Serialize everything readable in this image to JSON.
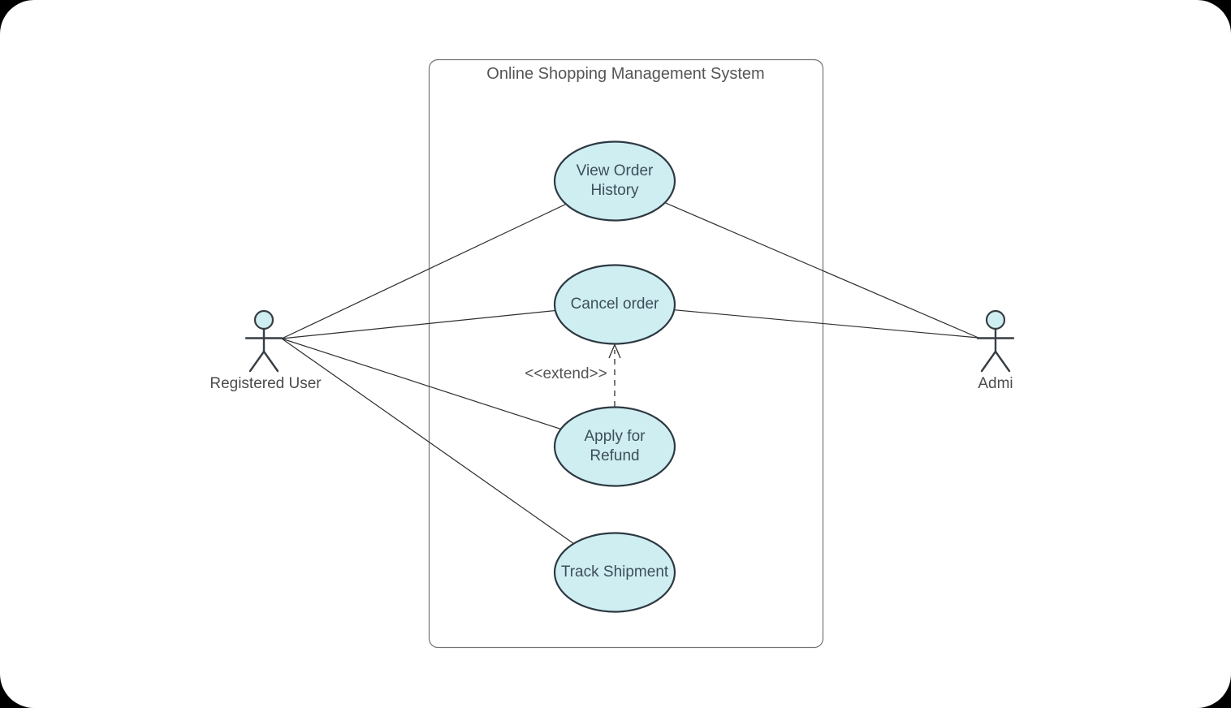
{
  "diagram": {
    "type": "uml-use-case",
    "system": {
      "title": "Online Shopping Management System"
    },
    "actors": [
      {
        "name": "Registered User"
      },
      {
        "name": "Admi"
      }
    ],
    "use_cases": [
      {
        "label": "View Order\nHistory"
      },
      {
        "label": "Cancel order"
      },
      {
        "label": "Apply for\nRefund"
      },
      {
        "label": "Track Shipment"
      }
    ],
    "associations": [
      {
        "from": "Registered User",
        "to": "View Order History"
      },
      {
        "from": "Registered User",
        "to": "Cancel order"
      },
      {
        "from": "Registered User",
        "to": "Apply for Refund"
      },
      {
        "from": "Registered User",
        "to": "Track Shipment"
      },
      {
        "from": "Admi",
        "to": "View Order History"
      },
      {
        "from": "Admi",
        "to": "Cancel order"
      }
    ],
    "relationships": [
      {
        "type": "extend",
        "stereotype": "<<extend>>",
        "from": "Apply for Refund",
        "to": "Cancel order"
      }
    ],
    "colors": {
      "use_case_fill": "#cfeef2",
      "use_case_stroke": "#2d3942",
      "use_case_text": "#3e4e5a",
      "actor_head_fill": "#cfeef2",
      "actor_stroke": "#363e44",
      "actor_text": "#4c4c4c",
      "connector": "#2e2e2e",
      "boundary_stroke": "#747474",
      "title_text": "#555555",
      "extend_text": "#555555"
    }
  }
}
